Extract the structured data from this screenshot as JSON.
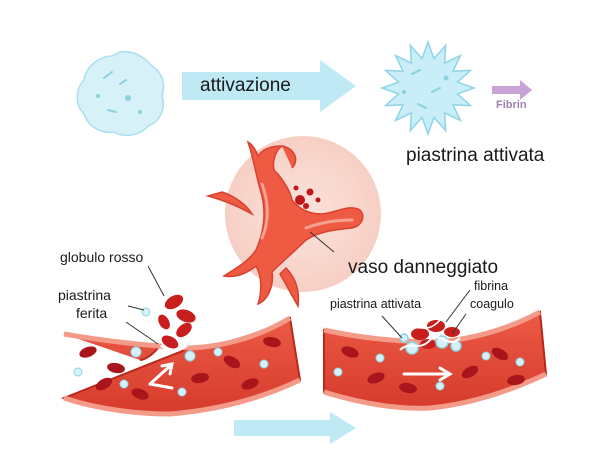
{
  "labels": {
    "activation": "attivazione",
    "fibrin": "Fibrin",
    "activated_platelet": "piastrina attivata",
    "damaged_vessel": "vaso danneggiato",
    "red_blood_cell": "globulo rosso",
    "platelet": "piastrina",
    "wound": "ferita",
    "activated_platelet_small": "piastrina attivata",
    "fibrin_small": "fibrina",
    "clot": "coagulo"
  },
  "colors": {
    "platelet_fill": "#cfeef7",
    "platelet_edge": "#8fd4e8",
    "arrow_fill": "#bfe9f5",
    "fibrin_arrow": "#c9a3d6",
    "vessel_red": "#e24a3b",
    "vessel_dark": "#b8281d",
    "cell_red": "#c81e1e",
    "halo": "#f9d7cf"
  }
}
